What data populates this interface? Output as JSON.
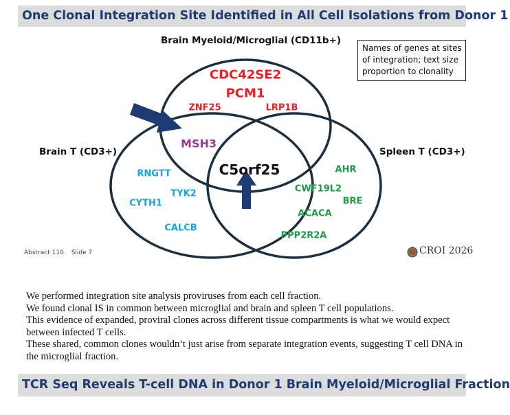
{
  "slide": {
    "title": "One Clonal Integration Site Identified in All Cell Isolations from Donor 1",
    "groups": {
      "myeloid": "Brain Myeloid/Microglial (CD11b+)",
      "brain_t": "Brain T (CD3+)",
      "spleen_t": "Spleen T (CD3+)"
    },
    "legend": [
      "Names of genes at sites",
      "of integration; text size",
      "proportion to clonality"
    ],
    "genes": {
      "myeloid_only": [
        "CDC42SE2",
        "PCM1",
        "ZNF25",
        "LRP1B"
      ],
      "myeloid_brain_t": [
        "MSH3"
      ],
      "all_three": [
        "C5orf25"
      ],
      "brain_t_only": [
        "RNGTT",
        "TYK2",
        "CYTH1",
        "CALCB"
      ],
      "spleen_t_only": [
        "AHR",
        "CWF19L2",
        "BRE",
        "ACACA",
        "PPP2R2A"
      ]
    },
    "footer": {
      "abstract": "Abstract 110",
      "slide_no": "Slide 7",
      "logo_text": "CROI 2026"
    },
    "colors": {
      "title_text": "#1f3b73",
      "title_bg": "#dcdcdc",
      "myeloid_genes": "#ee1c24",
      "brain_t_genes": "#1aa3dd",
      "spleen_t_genes": "#1f9a4a",
      "overlap_gene": "#9b3a8f",
      "arrows": "#1f3b73"
    }
  },
  "notes": [
    "We performed integration site analysis proviruses from each cell fraction.",
    "We found clonal IS in common between microglial and brain and spleen T cell populations.",
    "This evidence of expanded, proviral clones across different tissue compartments is what we would expect between infected T cells.",
    "These shared, common clones wouldn’t just arise from separate integration events, suggesting T cell DNA in the microglial fraction."
  ],
  "next_title": "TCR Seq Reveals T-cell DNA in Donor 1 Brain Myeloid/Microglial Fraction"
}
